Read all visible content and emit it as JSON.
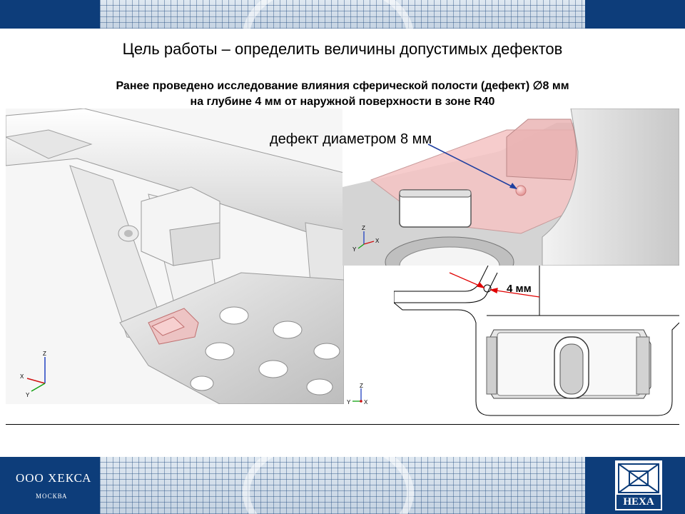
{
  "slide": {
    "title": "Цель работы – определить величины допустимых дефектов",
    "subtitle_line1": "Ранее проведено исследование влияния сферической полости (дефект) ∅8 мм",
    "subtitle_line2": "на глубине 4 мм от наружной поверхности в зоне R40"
  },
  "annotations": {
    "defect_callout": "дефект диаметром 8 мм",
    "depth_dimension": "4 мм"
  },
  "axes": {
    "left_panel": {
      "z": "Z",
      "x": "X",
      "y": "Y"
    },
    "zoom_panel": {
      "z": "Z",
      "x": "X",
      "y": "Y"
    },
    "bottom_triad": {
      "z": "Z",
      "y": "Y",
      "x": "X"
    }
  },
  "footer": {
    "company": "ООО ХЕКСА",
    "city": "МОСКВА",
    "logo_text": "HEXA"
  },
  "colors": {
    "brand_blue": "#0d3d7a",
    "defect_pink": "#f2b8b8",
    "arrow_blue": "#1f3fa0",
    "dimension_red": "#e00000"
  }
}
